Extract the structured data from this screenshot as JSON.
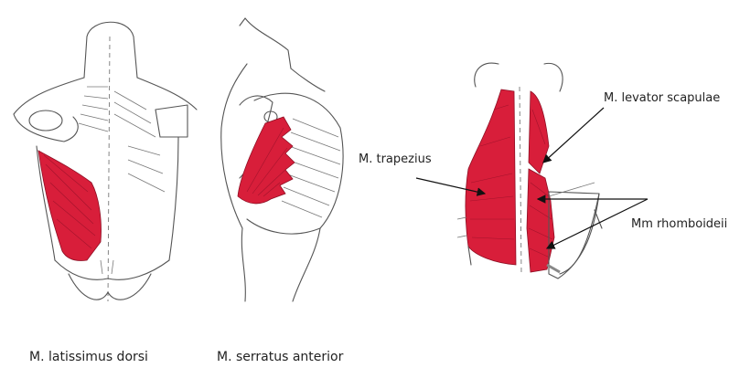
{
  "figures": [
    {
      "id": "latissimus",
      "caption": "M. latissimus dorsi"
    },
    {
      "id": "serratus",
      "caption": "M. serratus anterior"
    },
    {
      "id": "back-muscles",
      "labels": {
        "trapezius": "M. trapezius",
        "levator": "M. levator scapulae",
        "rhomboid": "Mm rhomboideii"
      }
    }
  ],
  "colors": {
    "muscle": "#d81e3a",
    "line": "#555555"
  }
}
